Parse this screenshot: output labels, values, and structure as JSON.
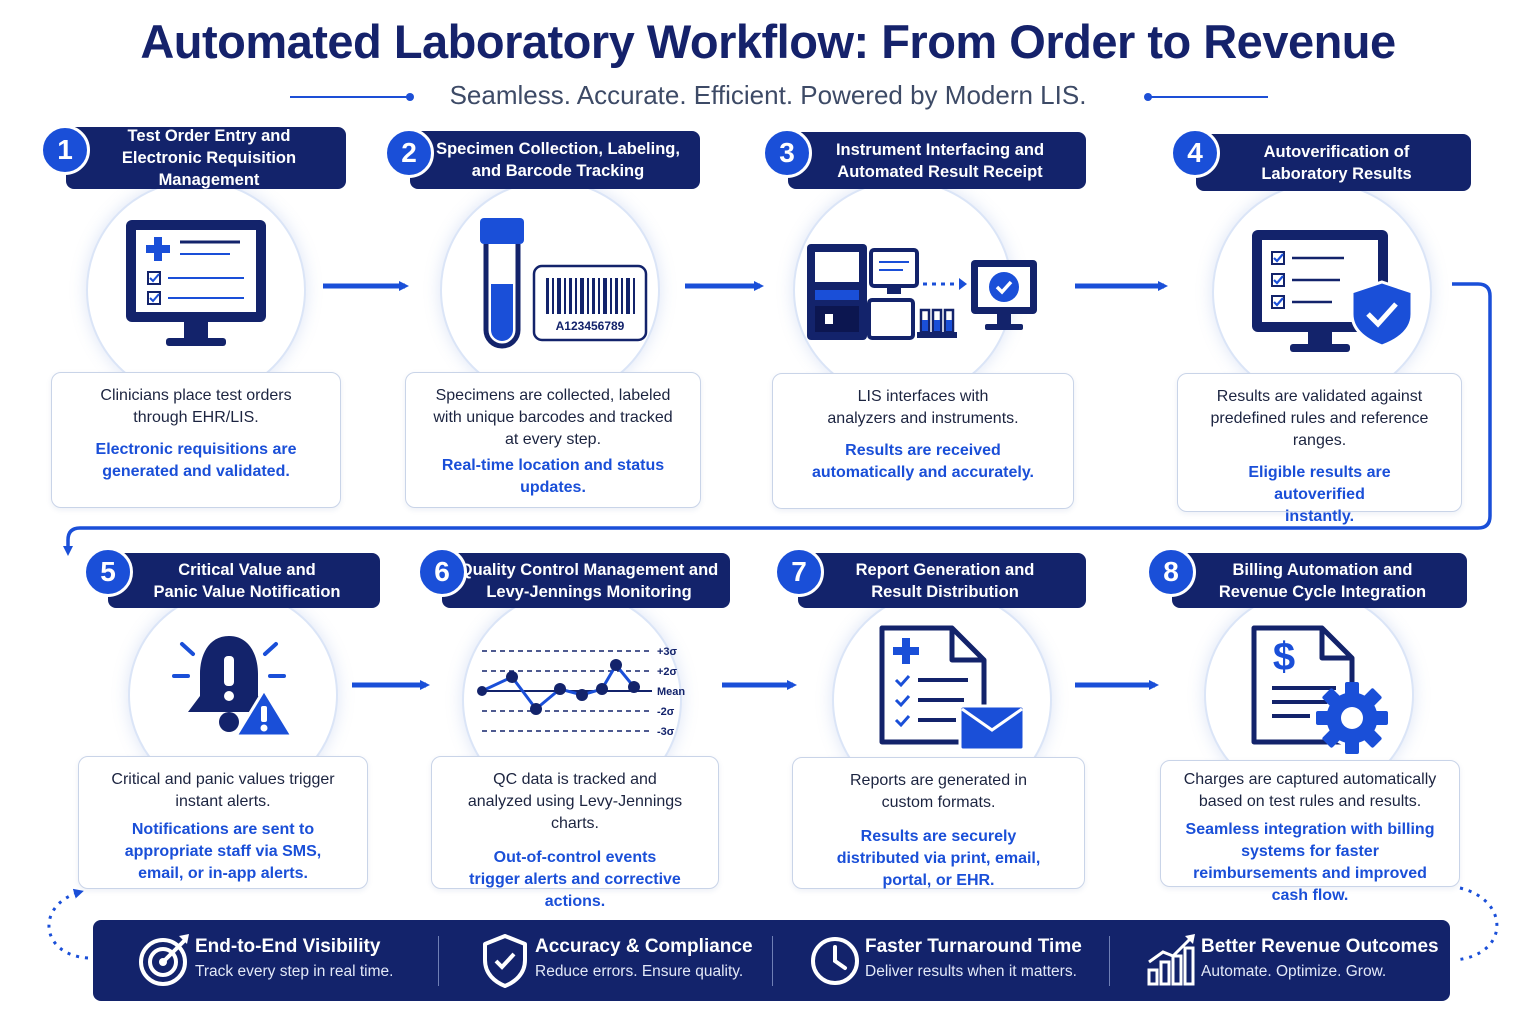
{
  "title": "Automated Laboratory Workflow: From Order to Revenue",
  "subtitle": "Seamless. Accurate. Efficient. Powered by Modern LIS.",
  "colors": {
    "navy": "#13236b",
    "blue": "#1a4fd8",
    "text": "#1c2440"
  },
  "steps": [
    {
      "num": "1",
      "header_1": "Test Order Entry and",
      "header_2": "Electronic Requisition Management",
      "icon": "computer-requisition-icon",
      "desc": "Clinicians place test orders through EHR/LIS.",
      "highlight": "Electronic requisitions are generated and validated."
    },
    {
      "num": "2",
      "header_1": "Specimen Collection, Labeling,",
      "header_2": "and Barcode Tracking",
      "icon": "test-tube-barcode-icon",
      "barcode_text": "A123456789",
      "desc": "Specimens are collected, labeled with unique barcodes and tracked at every step.",
      "highlight": "Real-time location and status updates."
    },
    {
      "num": "3",
      "header_1": "Instrument Interfacing and",
      "header_2": "Automated Result Receipt",
      "icon": "analyzer-interface-icon",
      "desc": "LIS interfaces with analyzers and instruments.",
      "highlight": "Results are received automatically and accurately."
    },
    {
      "num": "4",
      "header_1": "Autoverification of",
      "header_2": "Laboratory Results",
      "icon": "autoverification-shield-icon",
      "desc": "Results are validated against predefined rules and reference ranges.",
      "highlight": "Eligible results are autoverified instantly."
    },
    {
      "num": "5",
      "header_1": "Critical Value and",
      "header_2": "Panic Value Notification",
      "icon": "alert-bell-icon",
      "desc": "Critical and panic values trigger instant alerts.",
      "highlight": "Notifications are sent to appropriate staff via SMS, email, or in-app alerts."
    },
    {
      "num": "6",
      "header_1": "Quality Control Management and",
      "header_2": "Levy-Jennings Monitoring",
      "icon": "levy-jennings-chart-icon",
      "lj_labels": [
        "+3σ",
        "+2σ",
        "Mean",
        "-2σ",
        "-3σ"
      ],
      "desc": "QC data is tracked and analyzed using Levy-Jennings charts.",
      "highlight": "Out-of-control events trigger alerts and corrective actions."
    },
    {
      "num": "7",
      "header_1": "Report Generation and",
      "header_2": "Result Distribution",
      "icon": "report-envelope-icon",
      "desc": "Reports are generated in custom formats.",
      "highlight": "Results are securely distributed via print, email, portal, or EHR."
    },
    {
      "num": "8",
      "header_1": "Billing Automation and",
      "header_2": "Revenue Cycle Integration",
      "icon": "billing-gear-icon",
      "desc": "Charges are captured automatically based on test rules and results.",
      "highlight": "Seamless integration with billing systems for faster reimbursements and improved cash flow."
    }
  ],
  "footer": [
    {
      "title": "End-to-End Visibility",
      "sub": "Track every step in real time.",
      "icon": "target-icon"
    },
    {
      "title": "Accuracy & Compliance",
      "sub": "Reduce errors. Ensure quality.",
      "icon": "shield-check-icon"
    },
    {
      "title": "Faster Turnaround Time",
      "sub": "Deliver results when it matters.",
      "icon": "clock-icon"
    },
    {
      "title": "Better Revenue Outcomes",
      "sub": "Automate. Optimize. Grow.",
      "icon": "growth-chart-icon"
    }
  ]
}
